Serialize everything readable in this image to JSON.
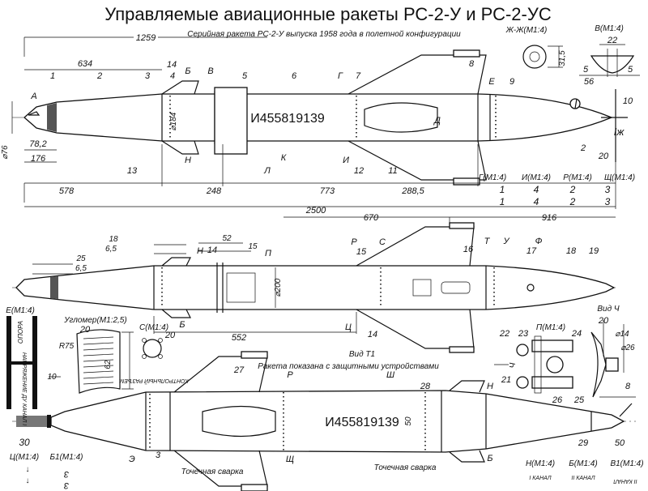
{
  "header": {
    "title": "Управляемые авиационные ракеты РС-2-У и РС-2-УС",
    "subtitle": "Серийная ракета РС-2-У выпуска 1958 года в полетной конфигурации"
  },
  "top_view": {
    "serial": "И455819139",
    "labels": [
      "1259",
      "634",
      "14",
      "1",
      "2",
      "3",
      "4",
      "Б",
      "В",
      "5",
      "6",
      "Г",
      "7",
      "8",
      "Е",
      "9",
      "10",
      "А",
      "Д",
      "Iж",
      "⌀184",
      "⌀76",
      "78,2",
      "176",
      "13",
      "Н",
      "Л",
      "К",
      "И",
      "12",
      "11",
      "2",
      "20",
      "56",
      "578",
      "248",
      "773",
      "288,5",
      "2500"
    ]
  },
  "insets": {
    "labels": [
      "Ж-Ж(М1:4)",
      "31,5",
      "В(М1:4)",
      "22",
      "5",
      "5"
    ]
  },
  "scale_table": {
    "headers": [
      "Г(М1:4)",
      "И(М1:4)",
      "Р(М1:4)",
      "Щ(М1:4)"
    ],
    "rows": [
      [
        "1",
        "4",
        "2",
        "3"
      ],
      [
        "1",
        "4",
        "2",
        "3"
      ]
    ]
  },
  "middle_view": {
    "labels": [
      "670",
      "916",
      "18",
      "6,5",
      "25",
      "6,5",
      "52",
      "14",
      "15",
      "Н",
      "П",
      "⌀200",
      "Р",
      "С",
      "15",
      "16",
      "Т",
      "У",
      "Ф",
      "17",
      "18",
      "19",
      "Б",
      "Ц",
      "552",
      "14",
      "Вид Т1",
      "Ракета показана с защитными устройствами"
    ]
  },
  "view_ch": {
    "labels": [
      "Вид Ч",
      "20",
      "П(М1:4)",
      "⌀14",
      "⌀26",
      "22",
      "23",
      "24",
      "Ч",
      "21",
      "26",
      "25",
      "8"
    ]
  },
  "details": {
    "labels": [
      "Е(М1:4)",
      "Угломер(М1:2,5)",
      "20",
      "R75",
      "62",
      "С(М1:4)",
      "20",
      "10",
      "ОПОРА",
      "НАПРЯЖЕНИЕ ДУ КАНАЛ I",
      "КОНТРОЛЬНЫЙ РАЗЪЕМ",
      "30",
      "Ц(М1:4)",
      "Б1(М1:4)",
      "↓",
      "↓",
      "3",
      "3"
    ]
  },
  "bottom_view": {
    "serial": "И455819139",
    "labels": [
      "27",
      "Р",
      "Ш",
      "28",
      "Н",
      "50",
      "3",
      "Э",
      "Щ",
      "Точечная сварка",
      "Точечная сварка",
      "Б",
      "29",
      "50",
      "Н(М1:4)",
      "I КАНАЛ",
      "Б(М1:4)",
      "II КАНАЛ",
      "В1(М1:4)",
      "II КАНАЛ"
    ]
  }
}
